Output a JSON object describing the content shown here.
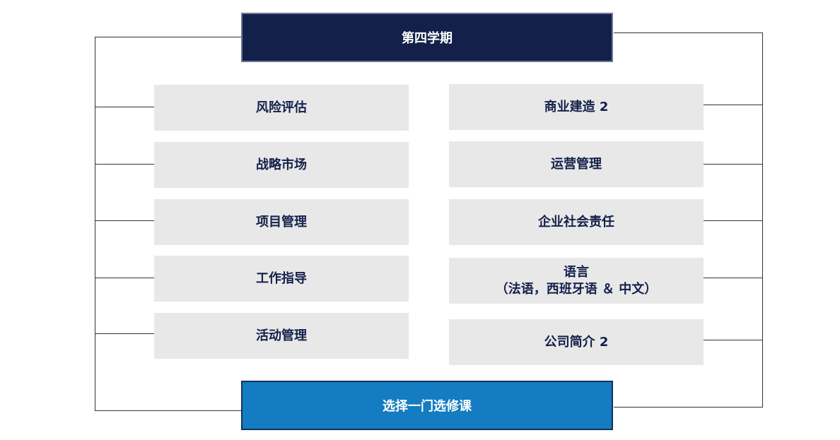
{
  "semester": {
    "title": "第四学期"
  },
  "left_courses": [
    {
      "label": "风险评估"
    },
    {
      "label": "战略市场"
    },
    {
      "label": "项目管理"
    },
    {
      "label": "工作指导"
    },
    {
      "label": "活动管理"
    }
  ],
  "right_courses": [
    {
      "label": "商业建造 2"
    },
    {
      "label": "运营管理"
    },
    {
      "label": "企业社会责任"
    },
    {
      "label": "语言\n（法语，西班牙语 ＆ 中文）"
    },
    {
      "label": "公司简介 2"
    }
  ],
  "elective": {
    "label": "选择一门选修课"
  },
  "colors": {
    "header_bg": "#13204a",
    "footer_bg": "#147cc0",
    "course_bg": "#e8e8e8",
    "text_dark": "#13204a",
    "connector": "#2c3540"
  }
}
